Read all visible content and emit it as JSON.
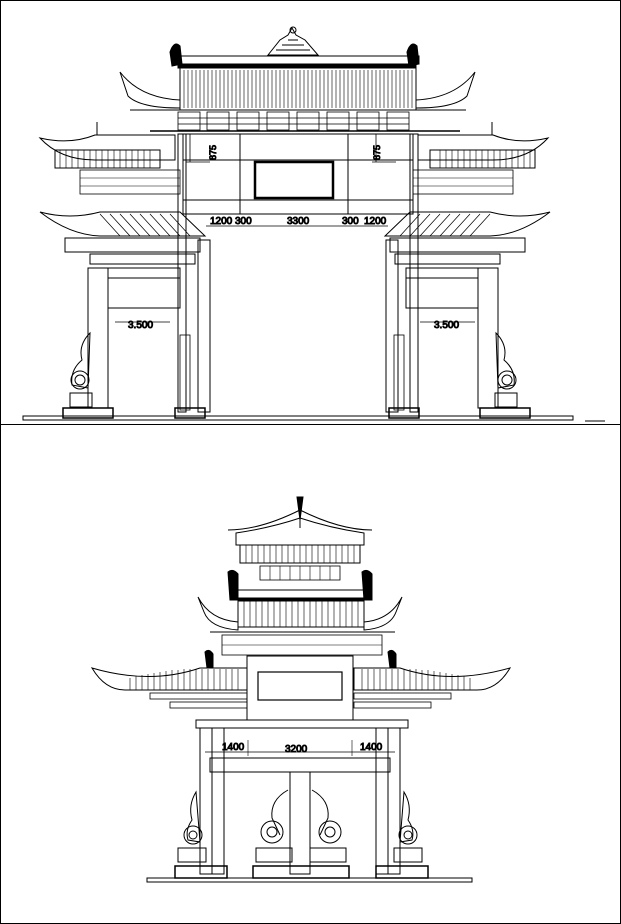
{
  "drawing": {
    "type": "architectural-elevation",
    "subject": "Chinese memorial archway (paifang) elevations",
    "line_color": "#000000",
    "background": "#ffffff"
  },
  "upper_elevation": {
    "description": "Three-bay, multi-tier roof archway front elevation",
    "dimensions": {
      "vertical_left": "875",
      "vertical_right": "875",
      "span_left_outer": "1200",
      "span_left_post": "300",
      "span_center": "3300",
      "span_right_post": "300",
      "span_right_outer": "1200",
      "level_left": "3.500",
      "level_right": "3.500"
    }
  },
  "lower_elevation": {
    "description": "Single-bay archway side elevation with three roof tiers and drum stones",
    "dimensions": {
      "span_left": "1400",
      "span_center": "3200",
      "span_right": "1400"
    }
  }
}
